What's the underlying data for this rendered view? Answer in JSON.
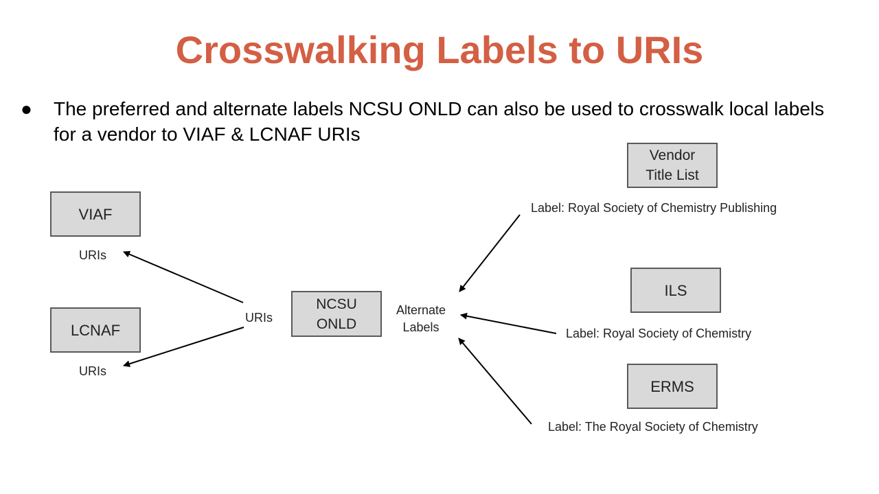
{
  "title": "Crosswalking Labels to URIs",
  "bullet": {
    "text": "The preferred and alternate labels NCSU ONLD can also be used to crosswalk local labels for a vendor to VIAF & LCNAF URIs"
  },
  "boxes": {
    "viaf": "VIAF",
    "lcnaf": "LCNAF",
    "ncsu_line1": "NCSU",
    "ncsu_line2": "ONLD",
    "vendor_line1": "Vendor",
    "vendor_line2": "Title List",
    "ils": "ILS",
    "erms": "ERMS"
  },
  "labels": {
    "viaf_uris": "URIs",
    "lcnaf_uris": "URIs",
    "ncsu_uris": "URIs",
    "alternate_line1": "Alternate",
    "alternate_line2": "Labels",
    "vendor_label": "Label: Royal Society of Chemistry Publishing",
    "ils_label": "Label: Royal Society of Chemistry",
    "erms_label": "Label: The Royal Society of Chemistry"
  },
  "colors": {
    "title": "#d35f44",
    "box_fill": "#d9d9d9",
    "box_border": "#595959",
    "arrow": "#000000"
  }
}
